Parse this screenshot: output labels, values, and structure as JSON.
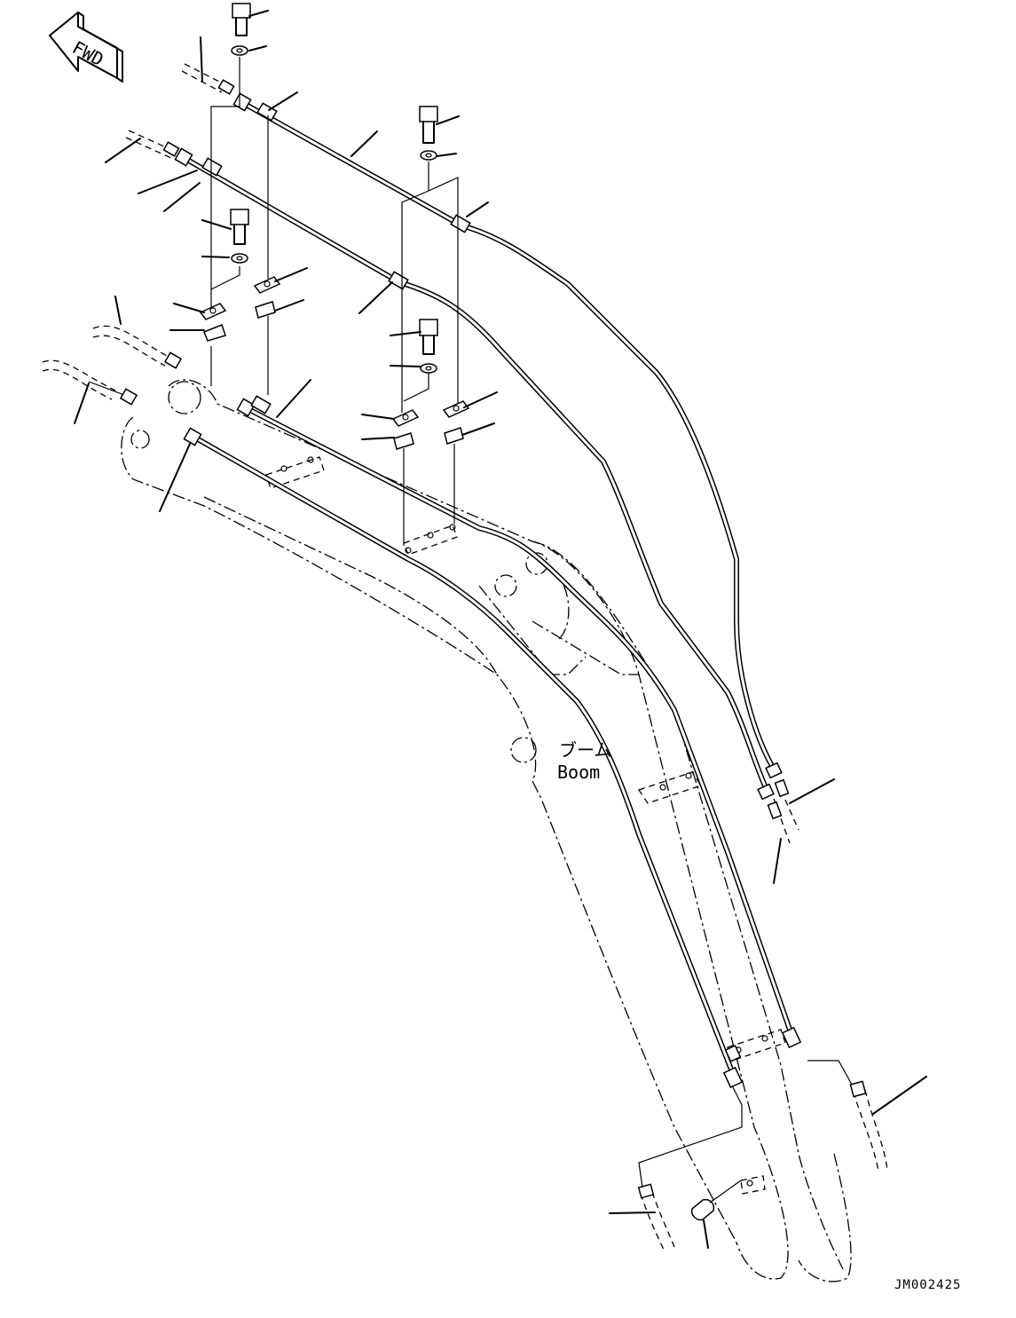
{
  "direction_badge": {
    "text": "FWD",
    "icon": "fwd-arrow-icon"
  },
  "boom_label": {
    "jp": "ブーム",
    "en": "Boom"
  },
  "drawing_code": "JM002425"
}
